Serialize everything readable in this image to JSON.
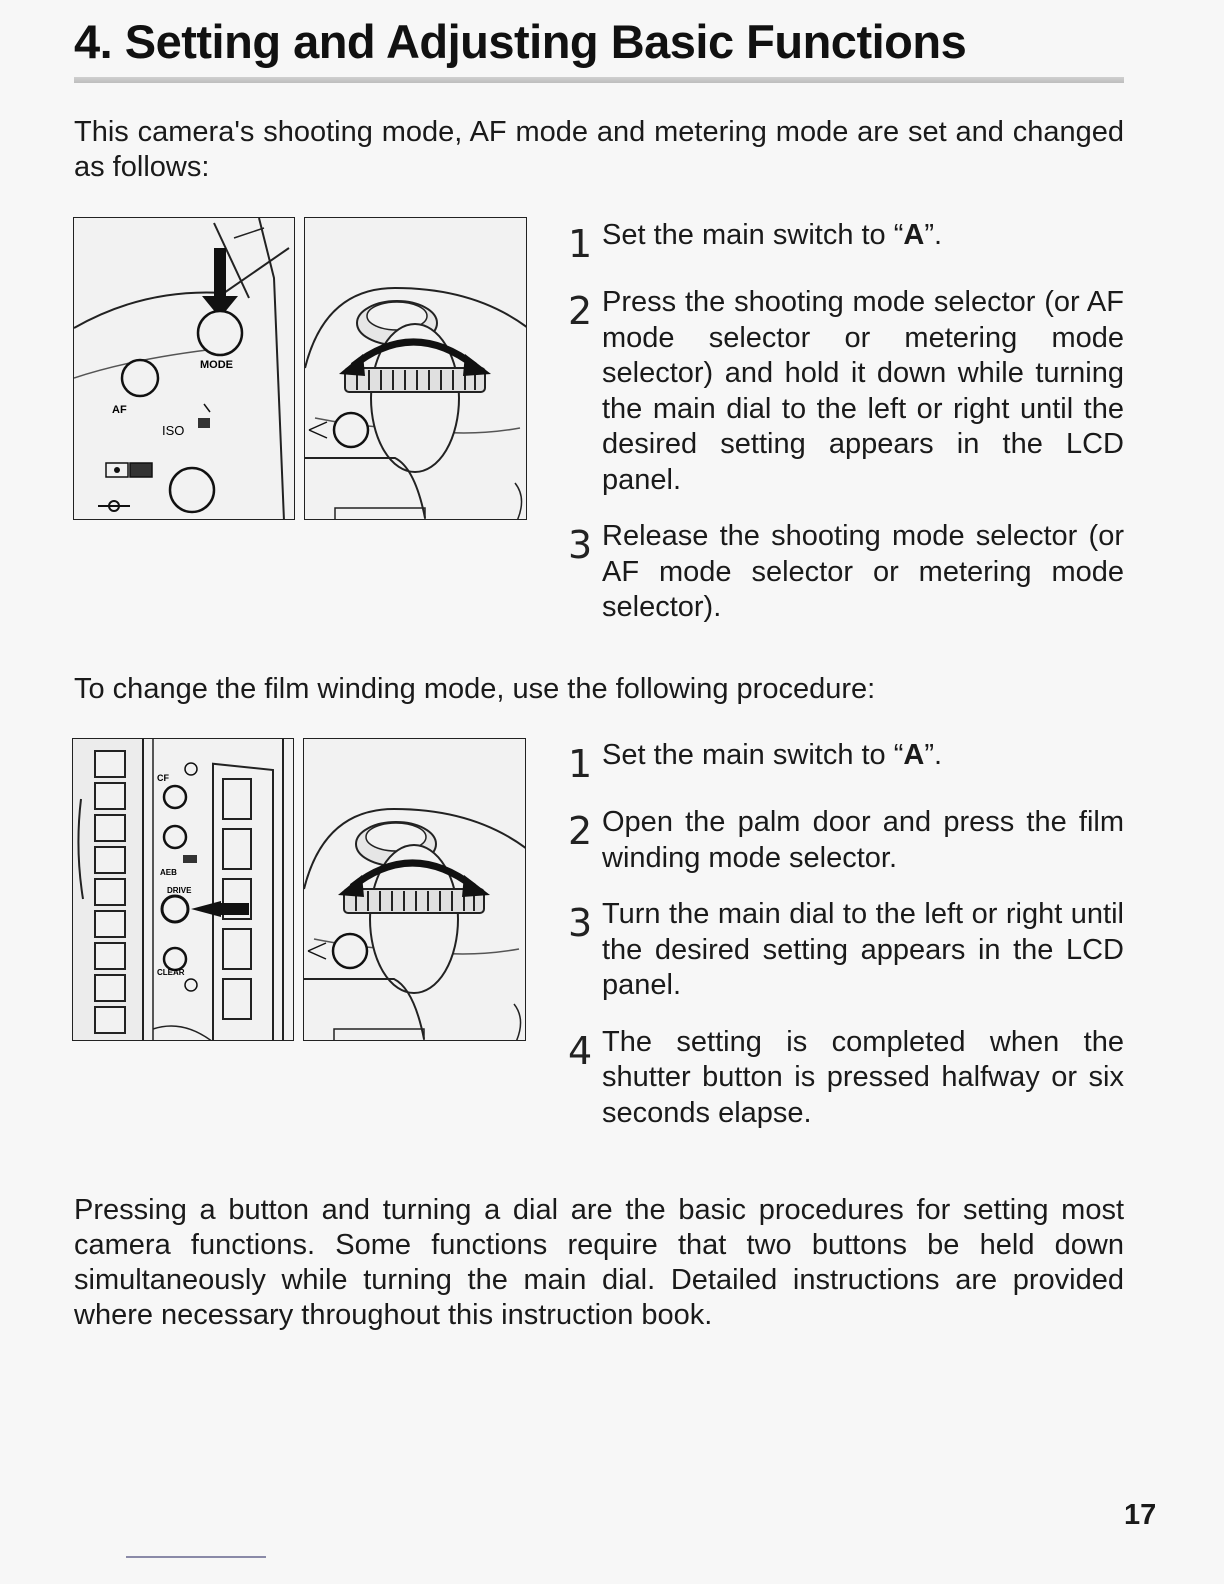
{
  "page": {
    "title": "4. Setting and Adjusting Basic Functions",
    "intro": "This camera's shooting mode, AF mode and metering mode are set and changed as follows:",
    "film_intro": "To change the film winding mode, use the following procedure:",
    "closing": "Pressing a button and turning a dial are the basic procedures for setting most camera functions. Some functions require that two buttons be held down simultaneously while turning the main dial. Detailed instructions are provided where necessary throughout this instruction book.",
    "page_number": "17"
  },
  "figure_labels": {
    "mode": "MODE",
    "af": "AF",
    "iso": "ISO",
    "cf": "CF",
    "aeb": "AEB",
    "drive": "DRIVE",
    "clear": "CLEAR"
  },
  "steps_mode": [
    {
      "num": "1",
      "before": "Set the main switch to “",
      "bold": "A",
      "after": "”."
    },
    {
      "num": "2",
      "text": "Press the shooting mode selector (or AF mode selector or metering mode selector) and hold it down while turning the main dial to the left or right until the desired setting appears in the LCD panel."
    },
    {
      "num": "3",
      "text": "Release the shooting mode selector (or AF mode selector or metering mode selector)."
    }
  ],
  "steps_film": [
    {
      "num": "1",
      "before": "Set the main switch to “",
      "bold": "A",
      "after": "”."
    },
    {
      "num": "2",
      "text": "Open the palm door and press the film winding mode selector."
    },
    {
      "num": "3",
      "text": "Turn the main dial to the left or right until the desired setting appears in the LCD panel."
    },
    {
      "num": "4",
      "text": "The setting is completed when the shutter button is pressed halfway or six seconds elapse."
    }
  ]
}
